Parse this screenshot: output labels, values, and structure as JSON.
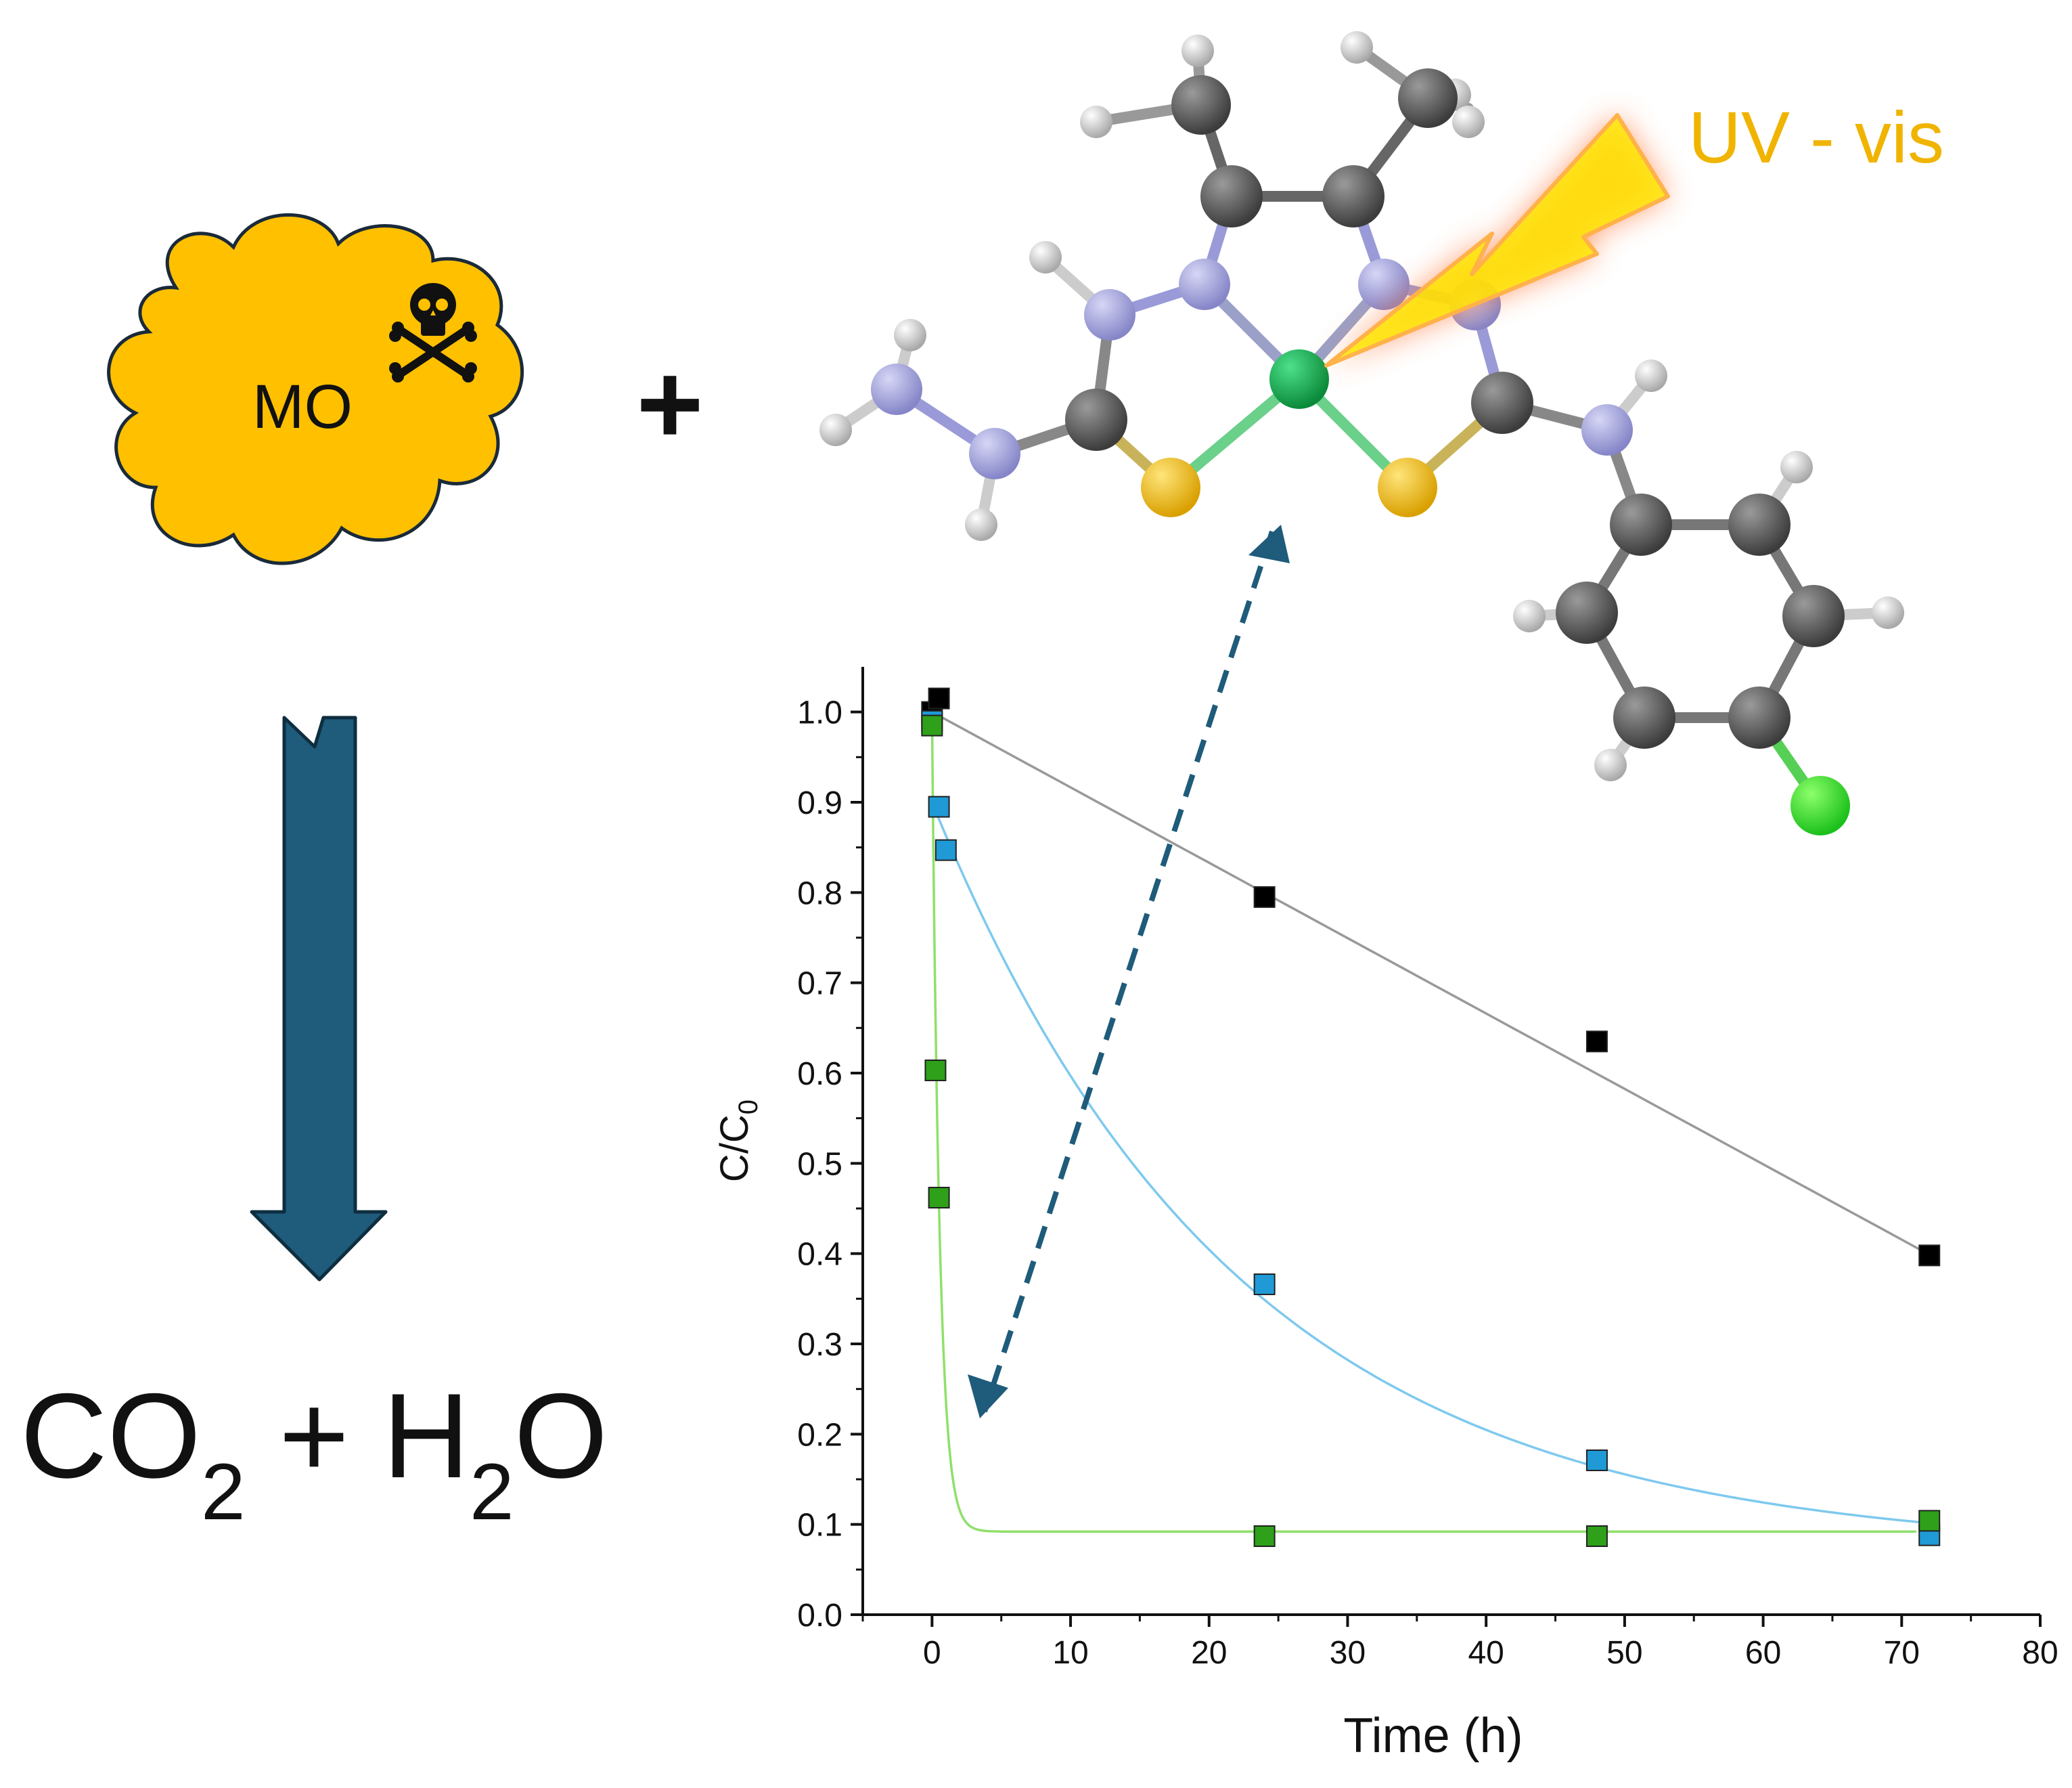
{
  "scheme": {
    "pollutant_label": "MO",
    "plus_sign": "+",
    "products": {
      "co": "CO",
      "sub2_a": "2",
      "plus": " + ",
      "h": "H",
      "sub2_b": "2",
      "o": "O"
    },
    "light_label": "UV - vis",
    "colors": {
      "cloud_fill": "#ffc000",
      "cloud_stroke": "#1a2a3a",
      "down_arrow": "#1f5b7a",
      "dashed_arrow": "#1f5b7a",
      "light_text": "#f0b400",
      "bolt_fill": "#ffe600",
      "bolt_glow": "#ff7a3c"
    },
    "icons": [
      "skull-crossbones-icon",
      "lightning-bolt-icon",
      "down-arrow",
      "double-headed-dashed-arrow",
      "molecule-structure"
    ]
  },
  "chart_data": {
    "type": "scatter",
    "xlabel": "Time (h)",
    "ylabel_main": "C/C",
    "ylabel_sub": "0",
    "xlim": [
      -5,
      80
    ],
    "ylim": [
      0,
      1.05
    ],
    "x_ticks": [
      0,
      10,
      20,
      30,
      40,
      50,
      60,
      70,
      80
    ],
    "x_tick_labels": [
      "0",
      "10",
      "20",
      "30",
      "40",
      "50",
      "60",
      "70",
      "80"
    ],
    "y_ticks": [
      0.0,
      0.1,
      0.2,
      0.3,
      0.4,
      0.5,
      0.6,
      0.7,
      0.8,
      0.9,
      1.0
    ],
    "y_tick_labels": [
      "0.0",
      "0.1",
      "0.2",
      "0.3",
      "0.4",
      "0.5",
      "0.6",
      "0.7",
      "0.8",
      "0.9",
      "1.0"
    ],
    "grid": false,
    "legend": "none",
    "series": [
      {
        "color": "#000000",
        "fit_color": "#999999",
        "x": [
          0,
          0.5,
          24,
          48,
          72
        ],
        "y": [
          1.0,
          1.015,
          0.795,
          0.635,
          0.398
        ]
      },
      {
        "color": "#1f9ad6",
        "fit_color": "#7ec9ee",
        "x": [
          0,
          0.5,
          1,
          24,
          48,
          72
        ],
        "y": [
          0.99,
          0.895,
          0.847,
          0.366,
          0.171,
          0.088
        ]
      },
      {
        "color": "#2ea01a",
        "fit_color": "#8fe06a",
        "x": [
          0,
          0.25,
          0.5,
          24,
          48,
          72
        ],
        "y": [
          0.985,
          0.603,
          0.462,
          0.087,
          0.087,
          0.104
        ]
      }
    ]
  }
}
